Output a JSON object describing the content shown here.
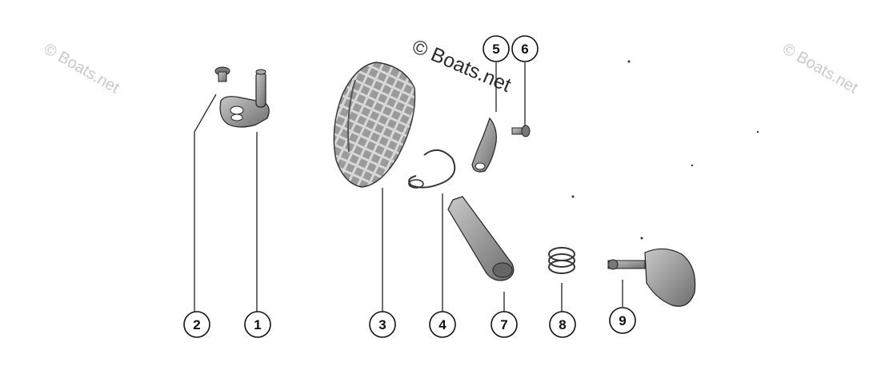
{
  "watermarks": {
    "main": "© Boats.net",
    "faded": "© Boats.net"
  },
  "callouts": [
    {
      "id": "2",
      "label": "2"
    },
    {
      "id": "1",
      "label": "1"
    },
    {
      "id": "3",
      "label": "3"
    },
    {
      "id": "4",
      "label": "4"
    },
    {
      "id": "7",
      "label": "7"
    },
    {
      "id": "8",
      "label": "8"
    },
    {
      "id": "9",
      "label": "9"
    },
    {
      "id": "5",
      "label": "5"
    },
    {
      "id": "6",
      "label": "6"
    }
  ],
  "colors": {
    "ink": "#1a1a1a",
    "part_fill": "#8a8a8a",
    "watermark": "#c9c9c9"
  }
}
